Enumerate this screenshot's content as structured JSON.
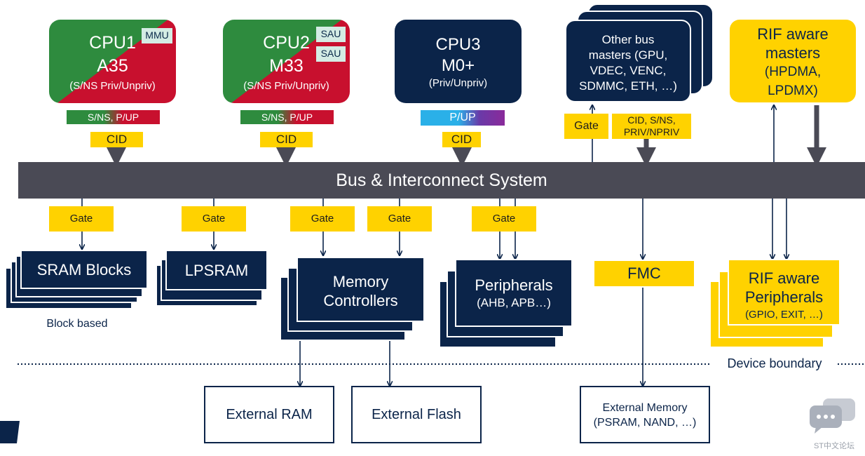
{
  "cpu1": {
    "name": "CPU1",
    "core": "A35",
    "mode": "(S/NS Priv/Unpriv)",
    "tag": "MMU",
    "strip": "S/NS, P/UP",
    "cid": "CID"
  },
  "cpu2": {
    "name": "CPU2",
    "core": "M33",
    "mode": "(S/NS Priv/Unpriv)",
    "tag1": "SAU",
    "tag2": "SAU",
    "strip": "S/NS, P/UP",
    "cid": "CID"
  },
  "cpu3": {
    "name": "CPU3",
    "core": "M0+",
    "mode": "(Priv/Unpriv)",
    "strip": "P/UP",
    "cid": "CID"
  },
  "other_masters": {
    "lines": [
      "Other bus",
      "masters (GPU,",
      "VDEC, VENC,",
      "SDMMC, ETH, …)"
    ],
    "gate": "Gate",
    "attr_line1": "CID, S/NS,",
    "attr_line2": "PRIV/NPRIV"
  },
  "rif_masters": {
    "lines": [
      "RIF aware",
      "masters",
      "(HPDMA,",
      "LPDMX)"
    ]
  },
  "bus": {
    "label": "Bus & Interconnect System"
  },
  "gates": [
    "Gate",
    "Gate",
    "Gate",
    "Gate",
    "Gate"
  ],
  "targets": {
    "sram": "SRAM Blocks",
    "sram_note": "Block based",
    "lpsram": "LPSRAM",
    "memctrl": [
      "Memory",
      "Controllers"
    ],
    "periph": [
      "Peripherals",
      "(AHB, APB…)"
    ],
    "fmc": "FMC",
    "rif_periph": [
      "RIF aware",
      "Peripherals",
      "(GPIO, EXIT, …)"
    ]
  },
  "boundary": {
    "label": "Device boundary"
  },
  "external": {
    "ram": "External RAM",
    "flash": "External Flash",
    "mem_line1": "External Memory",
    "mem_line2": "(PSRAM, NAND, …)"
  },
  "watermark": {
    "text": "ST中文论坛"
  },
  "colors": {
    "navy": "#0b2449",
    "yellow": "#ffd200",
    "bus": "#4a4a55",
    "green": "#2e8b3e",
    "red": "#c8102e"
  }
}
